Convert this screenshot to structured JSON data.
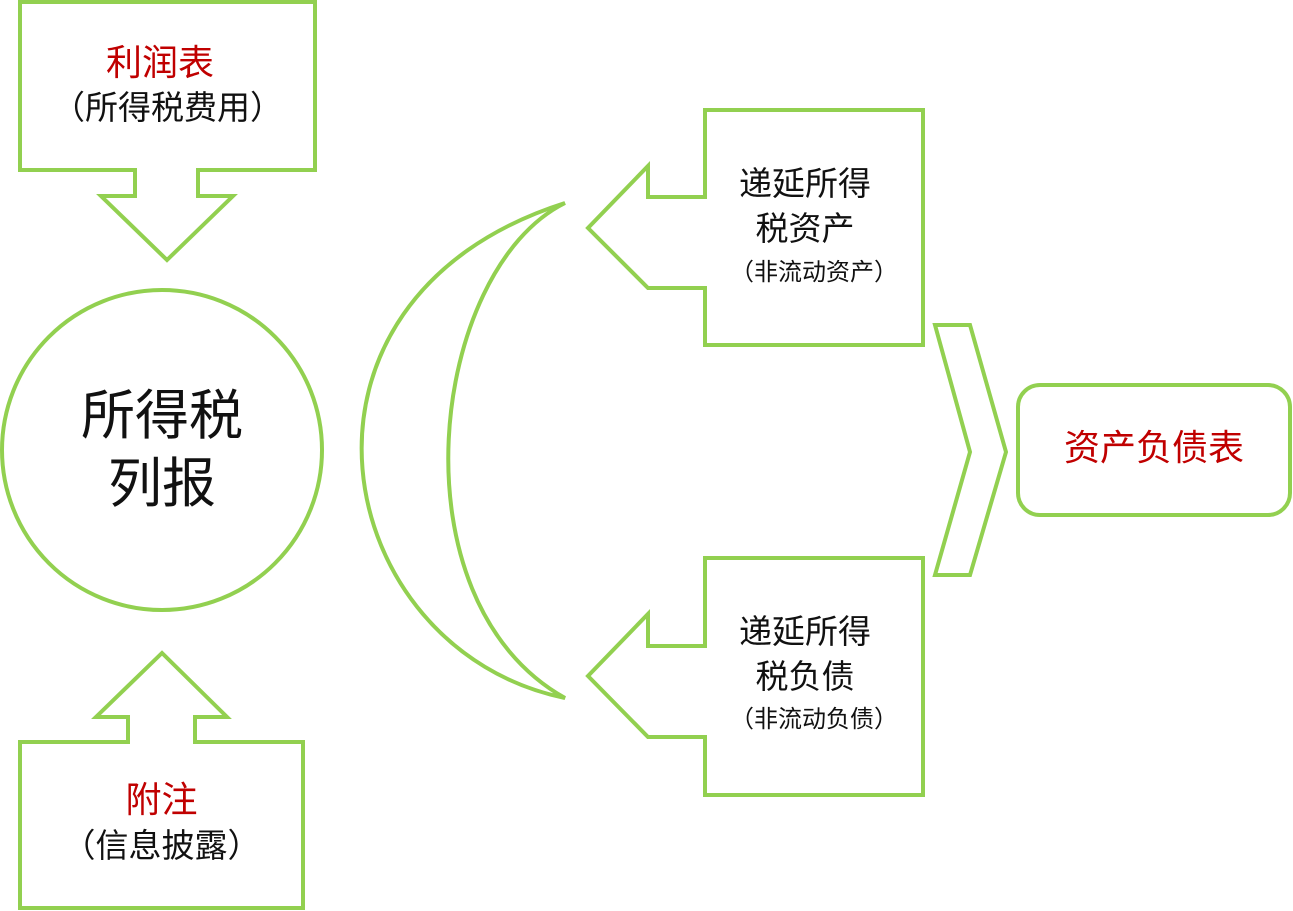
{
  "colors": {
    "border": "#92d050",
    "accent_text": "#c00000",
    "text": "#111111"
  },
  "income_statement": {
    "title": "利润表",
    "subtitle": "（所得税费用）"
  },
  "notes": {
    "title": "附注",
    "subtitle": "（信息披露）"
  },
  "center": {
    "line1": "所得税",
    "line2": "列报"
  },
  "dta": {
    "line1": "递延所得",
    "line2": "税资产",
    "sub": "（非流动资产）"
  },
  "dtl": {
    "line1": "递延所得",
    "line2": "税负债",
    "sub": "（非流动负债）"
  },
  "balance_sheet": {
    "title": "资产负债表"
  }
}
